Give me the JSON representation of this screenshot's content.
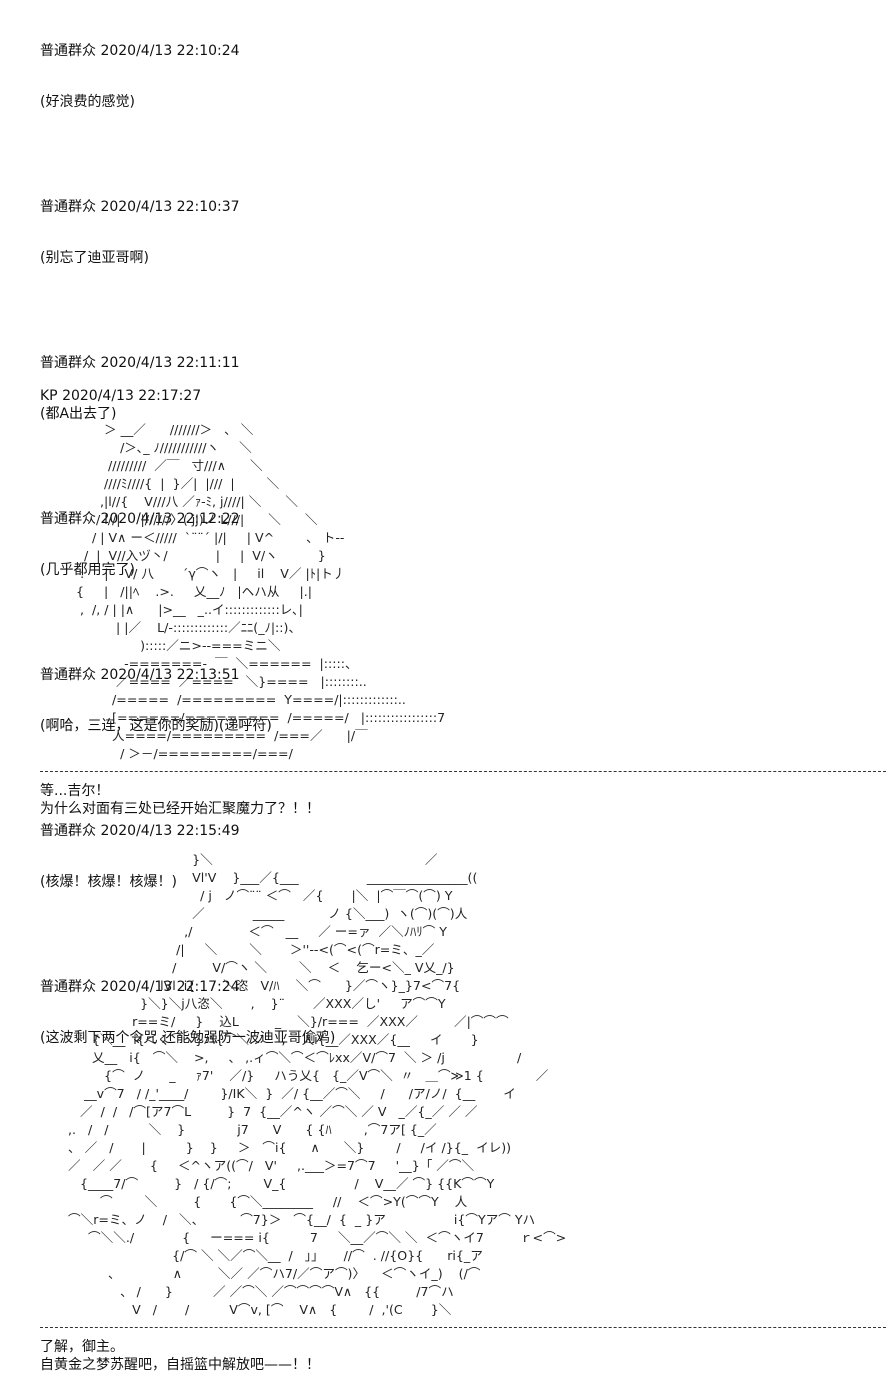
{
  "messages": [
    {
      "meta": "普通群众 2020/4/13 22:10:24",
      "text": "(好浪费的感觉)"
    },
    {
      "meta": "普通群众 2020/4/13 22:10:37",
      "text": "(别忘了迪亚哥啊)"
    },
    {
      "meta": "普通群众 2020/4/13 22:11:11",
      "text": "(都A出去了)"
    },
    {
      "meta": "普通群众 2020/4/13 22:12:22",
      "text": "(几乎都用完了)"
    },
    {
      "meta": "普通群众 2020/4/13 22:13:51",
      "text": "(啊哈，三连，这是你的奖励)(递呼符)"
    },
    {
      "meta": "普通群众 2020/4/13 22:15:49",
      "text": "(核爆！核爆！核爆！)"
    },
    {
      "meta": "普通群众 2020/4/13 22:17:24",
      "text": "(这波剩下两个令咒 还能勉强防一波迪亚哥偷鸡)"
    }
  ],
  "kp_meta": "KP 2020/4/13 22:17:27",
  "art1": "                ＞ __／      ///////＞   、 ＼\n                    /＞､_ ﾉ///////////ヽ     ＼\n                 /////////  ／￣   寸///∧      ＼\n                ////ﾐ////{  |  }／|  |///  |        ＼\n               ,|l//{    V///八 ／ｧ‐ﾐ, j////| ＼      ＼\n              / l//|     |//////〉( jj)ノ L///|      ＼      ＼\n             / | V∧ ー＜/////  `¨¨´ |/|     | V^        、 ト--\n           /  |  V//入ヅ丶/            |     |  V/ヽ          }\n          :     |    V/ 八       ´γ⌒ヽ   |     il    V／ |ﾄ|ト丿\n         {     |   /||ﾍ    .>.     乂__ﾉ   |ヘハ从     |.|\n          ,  /, / | |∧      |>__   _..イ:::::::::::::レ､|\n                   | |／    L/-:::::::::::::／ﾆﾆ(_ﾉ|::)、\n                         ):::::／ニ>--===ミニ＼\n                     -=======-  ￣  ＼======  |:::::、\n                   ／====  ／====   ＼}====   |::::::::..\n                  /=====  /=========  Y====/|:::::::::::::..\n                  [======/=========  /=====/   |:::::::::::::::::7\n                  人====/=========  /===／      |/￣\n                    / ＞－/=========/===/",
  "dialog1": "等...吉尔！\n为什么对面有三处已经开始汇聚魔力了？！！",
  "art2": "                                      }＼                                                     ／\n                                      Vl'V    }___／{___                 ________________((\n                                        / j   ノ⌒¨¨ ＜⌒   ／{       |＼  |⌒￣⌒(⌒) Y\n                                      ／            _____           ノ {＼___)  ヽ(⌒)(⌒)人\n                                    ,/              ＜⌒   __     ／ ー=ァ  ／＼ﾉﾊﾘ⌒ Y\n                                  /|     ＼        ＼       ＞''--<(⌒<(⌒r=ミ、_／\n                                 /         V/⌒ヽ ＼        ＼    ＜    乞ー<＼_ V乂_/}\n                              lVl  i{       ＼恣   V/ﾊ    ＼⌒      }／⌒ヽ}_}7<⌒7{\n                         }＼}＼j八恣＼       ,    }¨       ／XXX／し'     ア⌒⌒Y\n                       r==ミ/     }    込L         _    ＼}/r===  ／XXX／         ／|⌒⌒⌒\n             {＼__  i{＜く⌒ヽ}ハ{⌒＼.ノ    ,    人i{__／XXX／{__     イ       }\n             乂__   i{   ⌒＼    >,     、 ,.ィ⌒＼⌒＜⌒ﾚxx／V/⌒7  ＼ ＞ /j                  /\n                {⌒  ノ      _     ｧ7'    ／/}     ハう乂{   {_／V⌒＼  〃   ＿⌒≫1 {             ／\n           __v⌒7   / /_'____/        }/IK＼  }  ／/ {__／⌒＼     /      /ア/ノ/  {__       イ\n          ／  /  /   /⌒[ア7⌒L         }  7  {__／^ヽ ／⌒＼ ／ V   _／{_／ ／ ／\n       ,.   /   /          ＼    }             j7      V      { {ﾊ        ,⌒7ア[ {_／\n       、 ／   /       |          }    }     ＞   ⌒i{      ∧      ＼}        /     /イ /}{_  イレ))\n       ／   ／ ／       {     ＜^ヽア((⌒/   V'     ,.___＞=7⌒7     '__}「 ／⌒＼\n          {____7/⌒         }   / {/⌒;        V_{                 /    V__／ ⌒} {{K⌒⌒Y\n               ⌒        ＼         {       {⌒＼________     //    ＜⌒>Y(⌒⌒Y    人\n       ⌒＼r=ミ、ノ    /   ＼、         ⌒7}＞   ⌒{__/  {  _ }ア                 i{⌒Yア⌒ Yハ\n            ⌒＼＼./            {     ー=== i{          7     ＼__／⌒＼ ＼  ＜⌒ヽイ7         ｒ<⌒>\n                                 {/⌒ ＼ ＼／⌒＼__  /   」」     //⌒  . //{O}{      ri{_ア\n                 、             ∧         ＼／ ／⌒ハ7/／⌒ア⌒)〉    ＜⌒ヽイ_)    (/⌒\n                    、 /      }          ／ ／⌒＼ ／⌒⌒⌒⌒V∧   {{         /7⌒ハ\n                       V   /       /          V⌒v, [⌒    V∧   {        /  ,'(C       }＼",
  "dialog2": "了解，御主。\n自黄金之梦苏醒吧，自摇篮中解放吧——！！"
}
